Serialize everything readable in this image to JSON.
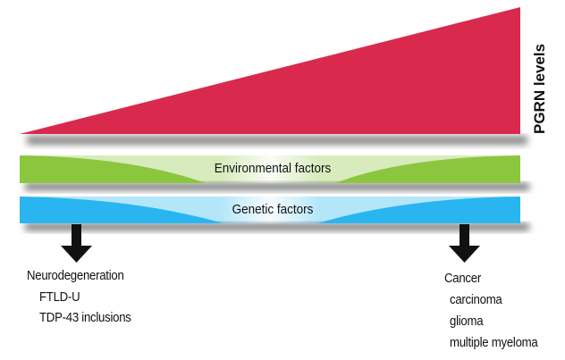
{
  "title": "PGRN levels",
  "bars": {
    "environmental": {
      "label": "Environmental factors",
      "color": "#8cc63f"
    },
    "genetic": {
      "label": "Genetic factors",
      "color": "#29b6f0"
    }
  },
  "triangle_color": "#d92a4d",
  "left_outcome": {
    "heading": "Neurodegeneration",
    "items": [
      "FTLD-U",
      "TDP-43 inclusions"
    ]
  },
  "right_outcome": {
    "heading": "Cancer",
    "items": [
      "carcinoma",
      "glioma",
      "multiple myeloma"
    ]
  }
}
